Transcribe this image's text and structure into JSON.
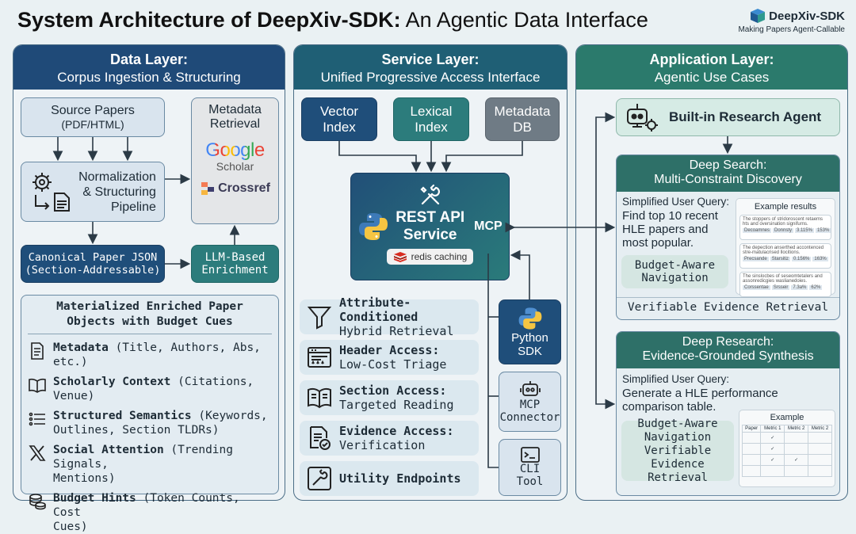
{
  "title": {
    "bold": "System Architecture of DeepXiv-SDK:",
    "rest": " An Agentic Data Interface"
  },
  "brand": {
    "name": "DeepXiv-SDK",
    "tagline": "Making Papers Agent-Callable"
  },
  "data_layer": {
    "title": "Data Layer:",
    "subtitle": "Corpus Ingestion & Structuring",
    "source_papers": {
      "line1": "Source Papers",
      "line2": "(PDF/HTML)"
    },
    "metadata_retrieval": {
      "line1": "Metadata",
      "line2": "Retrieval"
    },
    "google_scholar": {
      "google": "Google",
      "scholar": "Scholar"
    },
    "crossref": "Crossref",
    "pipeline": {
      "line1": "Normalization",
      "line2": "& Structuring",
      "line3": "Pipeline"
    },
    "canonical": {
      "line1": "Canonical Paper JSON",
      "line2": "(Section-Addressable)"
    },
    "llm": {
      "line1": "LLM-Based",
      "line2": "Enrichment"
    },
    "materialized": {
      "line1": "Materialized Enriched Paper",
      "line2": "Objects with Budget Cues"
    },
    "features": [
      {
        "icon": "document-icon",
        "bold": "Metadata",
        "rest": " (Title, Authors, Abs, etc.)"
      },
      {
        "icon": "book-icon",
        "bold": "Scholarly Context",
        "rest": " (Citations, Venue)"
      },
      {
        "icon": "list-icon",
        "bold": "Structured Semantics",
        "rest": " (Keywords,",
        "rest2": "Outlines, Section TLDRs)"
      },
      {
        "icon": "x-logo-icon",
        "bold": "Social Attention",
        "rest": " (Trending Signals,",
        "rest2": "Mentions)"
      },
      {
        "icon": "coins-icon",
        "bold": "Budget Hints",
        "rest": " (Token Counts, Cost",
        "rest2": "Cues)"
      }
    ]
  },
  "service_layer": {
    "title": "Service Layer:",
    "subtitle": "Unified Progressive Access Interface",
    "vector": {
      "line1": "Vector",
      "line2": "Index"
    },
    "lexical": {
      "line1": "Lexical",
      "line2": "Index"
    },
    "metadata_db": {
      "line1": "Metadata",
      "line2": "DB"
    },
    "rest": {
      "line1": "REST API",
      "line2": "Service",
      "mcp": "MCP",
      "redis": "redis caching"
    },
    "access": [
      {
        "icon": "filter-icon",
        "bold": "Attribute-Conditioned",
        "sub": "Hybrid Retrieval"
      },
      {
        "icon": "header-icon",
        "bold": "Header Access:",
        "sub": "Low-Cost Triage"
      },
      {
        "icon": "open-book-icon",
        "bold": "Section Access:",
        "sub": "Targeted Reading"
      },
      {
        "icon": "verify-doc-icon",
        "bold": "Evidence Access:",
        "sub": "Verification"
      },
      {
        "icon": "tools-icon",
        "bold": "Utility Endpoints",
        "sub": ""
      }
    ],
    "python_sdk": {
      "line1": "Python",
      "line2": "SDK"
    },
    "mcp_connector": {
      "line1": "MCP",
      "line2": "Connector"
    },
    "cli": {
      "line1": "CLI",
      "line2": "Tool"
    }
  },
  "app_layer": {
    "title": "Application Layer:",
    "subtitle": "Agentic Use Cases",
    "agent": "Built-in Research Agent",
    "deep_search": {
      "title1": "Deep Search:",
      "title2": "Multi-Constraint Discovery",
      "query_label": "Simplified User Query:",
      "query": [
        "Find top 10 recent",
        "HLE papers and",
        "most popular."
      ],
      "budget": [
        "Budget-Aware",
        "Navigation"
      ],
      "example_title": "Example results",
      "results": [
        {
          "text": "The stoppers of stridoroscent retaems hts and oversination signifurns.",
          "tags": [
            "Decoamnes",
            "Donnsty",
            "3.115%",
            "153%"
          ]
        },
        {
          "text": "The depection anserthed accontenced stre-matulacrised llocitions.",
          "tags": [
            "Precsande",
            "Starsitiz",
            "0.156%",
            "163%"
          ]
        },
        {
          "text": "The sinslocbes of seseomtetalers and assonredicgies waslianedoies.",
          "tags": [
            "Corssentae",
            "Srsseir",
            "7.3a%",
            "62%"
          ]
        }
      ],
      "footer": "Verifiable Evidence Retrieval"
    },
    "deep_research": {
      "title1": "Deep Research:",
      "title2": "Evidence-Grounded Synthesis",
      "query_label": "Simplified User Query:",
      "query": [
        "Generate a HLE performance",
        "comparison table."
      ],
      "notes": [
        "Budget-Aware",
        "Navigation",
        "Verifiable Evidence",
        "Retrieval"
      ],
      "example_title": "Example",
      "table_headers": [
        "Paper",
        "Metric 1",
        "Metric 2",
        "Metric 2"
      ],
      "table_rows": [
        [
          "",
          "✓",
          "",
          ""
        ],
        [
          "",
          "✓",
          "",
          ""
        ],
        [
          "",
          "✓",
          "✓",
          ""
        ],
        [
          "",
          "",
          "",
          ""
        ]
      ]
    }
  }
}
